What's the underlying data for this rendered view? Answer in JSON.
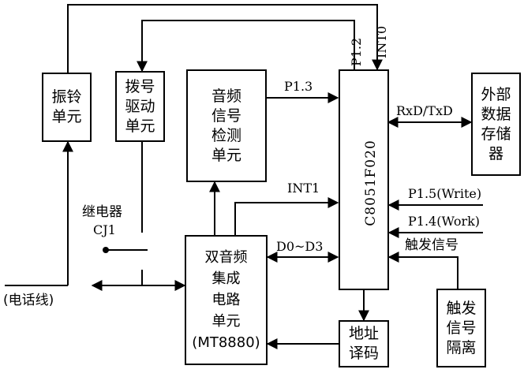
{
  "blocks": {
    "ringing": "振铃\n单元",
    "dialing": "拨号\n驱动\n单元",
    "audio_detect": "音频\n信号\n检测\n单元",
    "mcu": "C8051F020",
    "storage": "外部\n数据\n存储\n器",
    "dtmf": "双音频\n集成\n电路\n单元\n(MT8880)",
    "address": "地址\n译码",
    "trigger_iso": "触发\n信号\n隔离"
  },
  "labels": {
    "p12": "P1.2",
    "int0": "INT0",
    "p13": "P1.3",
    "rxtx": "RxD/TxD",
    "int1": "INT1",
    "p15": "P1.5(Write)",
    "p14": "P1.4(Work)",
    "trigger_signal": "触发信号",
    "d0d3": "D0~D3",
    "relay": "继电器",
    "cj1": "CJ1",
    "phone_line": "(电话线)"
  }
}
